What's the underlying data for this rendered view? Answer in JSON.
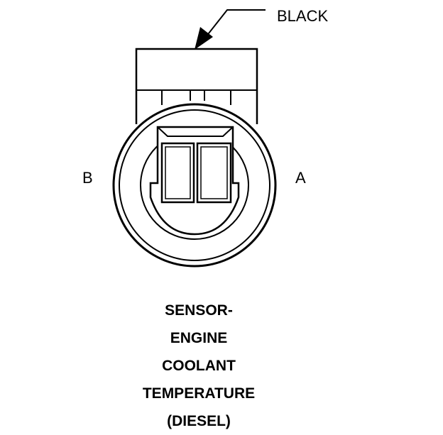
{
  "callout": {
    "label": "BLACK"
  },
  "pins": {
    "left": "B",
    "right": "A"
  },
  "caption": {
    "lines": [
      "SENSOR-",
      "ENGINE",
      "COOLANT",
      "TEMPERATURE",
      "(DIESEL)"
    ]
  },
  "colors": {
    "line": "#000000",
    "background": "#ffffff"
  }
}
